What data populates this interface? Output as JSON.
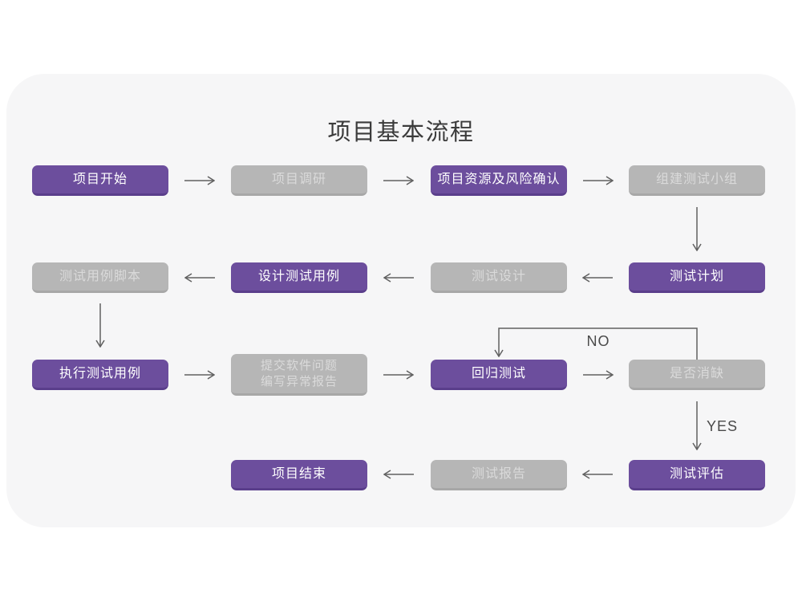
{
  "title": "项目基本流程",
  "colors": {
    "panel_background": "#f6f6f7",
    "node_purple": "#6c4e9d",
    "node_purple_edge": "#5a3e8b",
    "node_gray": "#b6b6b6",
    "node_gray_edge": "#a7a7a7",
    "node_purple_text": "#ffffff",
    "node_gray_text": "#dadada",
    "arrow": "#606060",
    "title_text": "#3b3b3b"
  },
  "nodes": [
    {
      "id": "project-start",
      "label": "项目开始",
      "variant": "purple"
    },
    {
      "id": "project-research",
      "label": "项目调研",
      "variant": "gray"
    },
    {
      "id": "project-risk",
      "label": "项目资源及风险确认",
      "variant": "purple"
    },
    {
      "id": "build-test-team",
      "label": "组建测试小组",
      "variant": "gray"
    },
    {
      "id": "test-plan",
      "label": "测试计划",
      "variant": "purple"
    },
    {
      "id": "test-design",
      "label": "测试设计",
      "variant": "gray"
    },
    {
      "id": "design-test-case",
      "label": "设计测试用例",
      "variant": "purple"
    },
    {
      "id": "test-case-script",
      "label": "测试用例脚本",
      "variant": "gray"
    },
    {
      "id": "execute-test-case",
      "label": "执行测试用例",
      "variant": "purple"
    },
    {
      "id": "submit-issue",
      "label": "提交软件问题",
      "label2": "编写异常报告",
      "variant": "gray"
    },
    {
      "id": "regression-test",
      "label": "回归测试",
      "variant": "purple"
    },
    {
      "id": "defect-cleared",
      "label": "是否消缺",
      "variant": "gray"
    },
    {
      "id": "test-evaluate",
      "label": "测试评估",
      "variant": "purple"
    },
    {
      "id": "test-report",
      "label": "测试报告",
      "variant": "gray"
    },
    {
      "id": "project-end",
      "label": "项目结束",
      "variant": "purple"
    }
  ],
  "edge_labels": {
    "no": "NO",
    "yes": "YES"
  }
}
